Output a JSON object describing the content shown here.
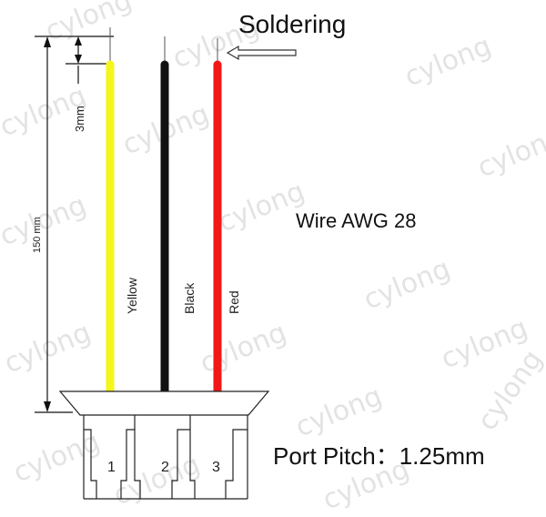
{
  "title": "Soldering",
  "wire_spec": "Wire AWG  28",
  "port_pitch": "Port Pitch：1.25mm",
  "dimensions": {
    "strip_length": "3mm",
    "total_length": "150 mm"
  },
  "wires": [
    {
      "label": "Yellow",
      "color": "#f5f51a",
      "pin": "1"
    },
    {
      "label": "Black",
      "color": "#111111",
      "pin": "2"
    },
    {
      "label": "Red",
      "color": "#f01818",
      "pin": "3"
    }
  ],
  "watermark": "cylong"
}
